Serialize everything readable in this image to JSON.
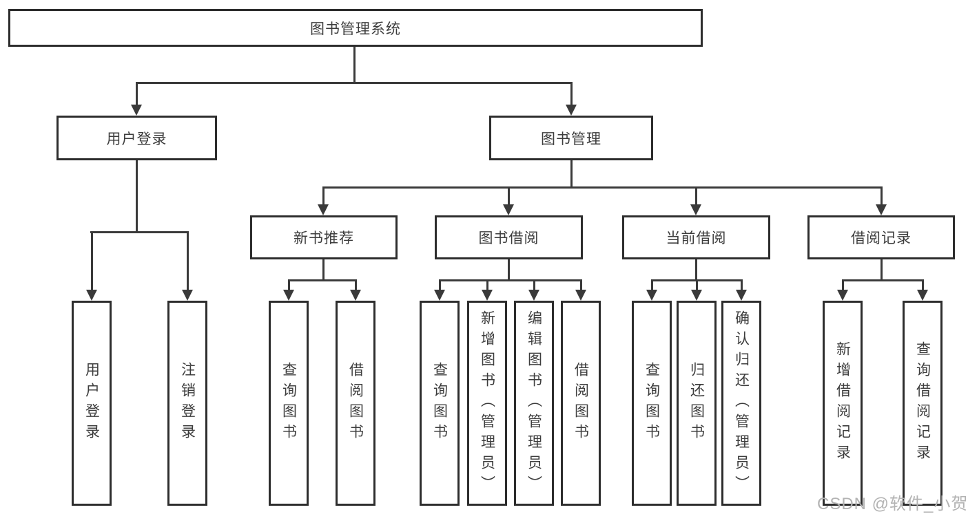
{
  "watermark": "CSDN @软件_小贺同学",
  "colors": {
    "box_border": "#2d2d2d",
    "line": "#3a3a3a",
    "text": "#3d3d3d",
    "watermark": "#b3b3b3",
    "background": "#ffffff"
  },
  "tree": {
    "label": "图书管理系统",
    "children": [
      {
        "label": "用户登录",
        "children": [
          {
            "label": "用户登录"
          },
          {
            "label": "注销登录"
          }
        ]
      },
      {
        "label": "图书管理",
        "children": [
          {
            "label": "新书推荐",
            "children": [
              {
                "label": "查询图书"
              },
              {
                "label": "借阅图书"
              }
            ]
          },
          {
            "label": "图书借阅",
            "children": [
              {
                "label": "查询图书"
              },
              {
                "label": "新增图书（管理员）"
              },
              {
                "label": "编辑图书（管理员）"
              },
              {
                "label": "借阅图书"
              }
            ]
          },
          {
            "label": "当前借阅",
            "children": [
              {
                "label": "查询图书"
              },
              {
                "label": "归还图书"
              },
              {
                "label": "确认归还（管理员）"
              }
            ]
          },
          {
            "label": "借阅记录",
            "children": [
              {
                "label": "新增借阅记录"
              },
              {
                "label": "查询借阅记录"
              }
            ]
          }
        ]
      }
    ]
  }
}
